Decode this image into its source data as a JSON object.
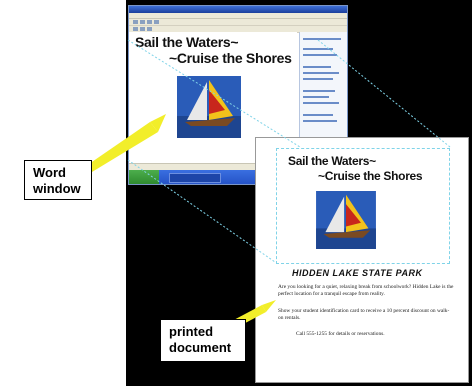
{
  "word_window": {
    "headline_line1": "Sail the Waters~",
    "headline_line2": "~Cruise the Shores"
  },
  "printed_document": {
    "headline_line1": "Sail the Waters~",
    "headline_line2": "~Cruise the Shores",
    "park_name": "HIDDEN LAKE STATE PARK",
    "paragraph1": "Are you looking for a quiet, relaxing break from schoolwork? Hidden Lake is the perfect location for a tranquil escape from reality.",
    "paragraph2": "Show your student identification card to receive a 10 percent discount on walk-on rentals.",
    "paragraph3": "Call 555-1255 for details or reservations."
  },
  "callouts": {
    "word_window_line1": "Word",
    "word_window_line2": "window",
    "printed_document_line1": "printed",
    "printed_document_line2": "document"
  },
  "colors": {
    "arrow": "#f2ee2a",
    "dash": "#7fd3e8",
    "background": "#000000"
  }
}
